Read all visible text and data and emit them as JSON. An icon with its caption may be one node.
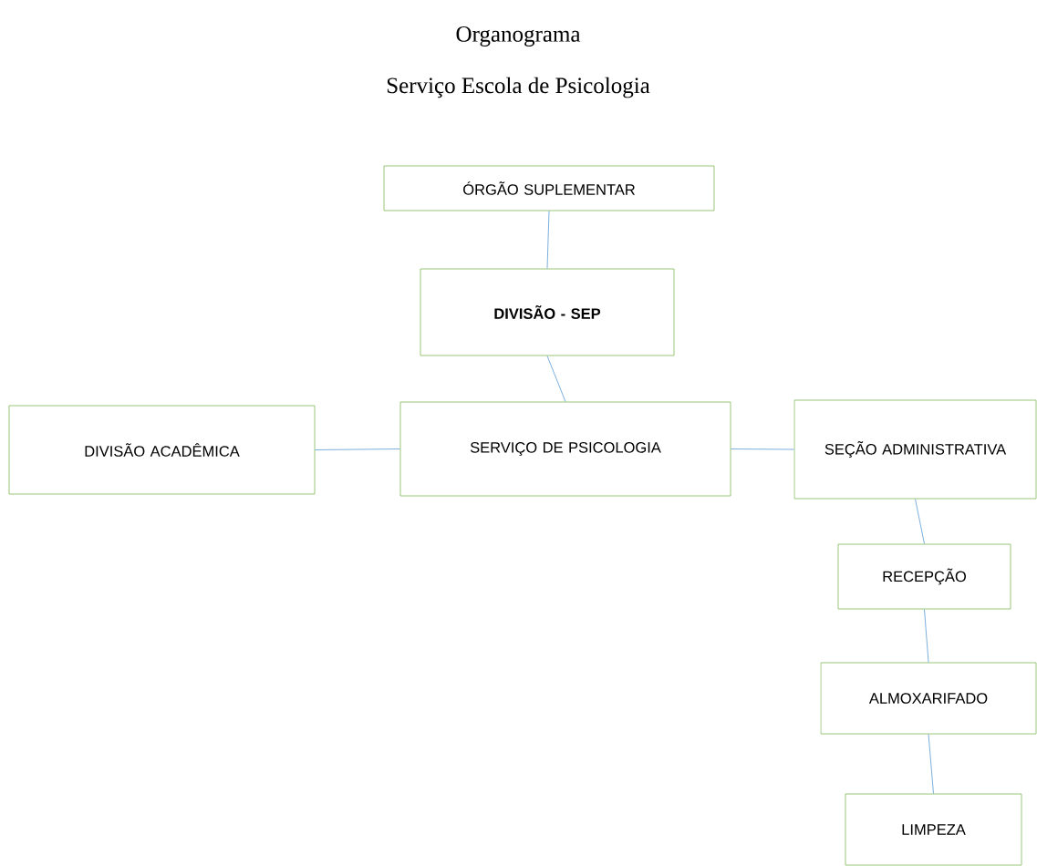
{
  "diagram": {
    "title": "Organograma",
    "nodes": [
      {
        "text": [
          "ÓRGÃO SUPLEMENTAR"
        ]
      },
      {
        "text": [
          "DIVISÃO - SEP"
        ]
      },
      {
        "text": [
          "DIVISÃO ACADÊMICA"
        ]
      },
      {
        "text": [
          "SERVIÇO DE PSICOLOGIA"
        ]
      },
      {
        "text": [
          "SEÇÃO ADMINISTRATIVA"
        ]
      },
      {
        "text": [
          "RECEPÇÃO"
        ]
      },
      {
        "text": [
          "ALMOXARIFADO"
        ]
      },
      {
        "text": [
          "LIMPEZA"
        ]
      }
    ],
    "edges": [
      {
        "from": 0,
        "to": 1,
        "arrow": "none"
      },
      {
        "from": 1,
        "to": 3,
        "arrow": "none"
      },
      {
        "from": 2,
        "to": 3,
        "arrow": "none"
      },
      {
        "from": 3,
        "to": 4,
        "arrow": "none"
      },
      {
        "from": 4,
        "to": 5,
        "arrow": "none"
      },
      {
        "from": 5,
        "to": 6,
        "arrow": "none"
      },
      {
        "from": 6,
        "to": 7,
        "arrow": "none"
      }
    ],
    "labels": [
      "Serviço Escola de Psicologia"
    ]
  }
}
